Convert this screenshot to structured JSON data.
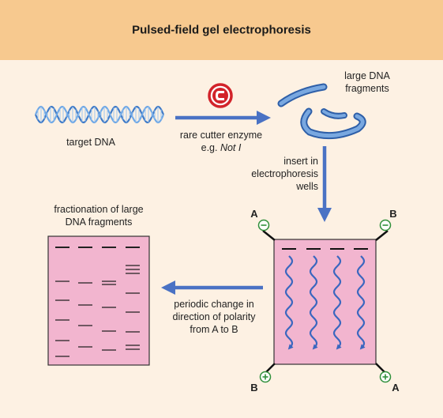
{
  "title": "Pulsed-field gel electrophoresis",
  "labels": {
    "target_dna": "target DNA",
    "enzyme_line1": "rare cutter enzyme",
    "enzyme_line2_prefix": "e.g. ",
    "enzyme_line2_italic": "Not I",
    "fragments_line1": "large DNA",
    "fragments_line2": "fragments",
    "insert_line1": "insert in",
    "insert_line2": "electrophoresis",
    "insert_line3": "wells",
    "fractionation_line1": "fractionation of large",
    "fractionation_line2": "DNA fragments",
    "periodic_line1": "periodic change in",
    "periodic_line2": "direction of polarity",
    "periodic_line3": "from A to B"
  },
  "electrodes": {
    "top_left": "A",
    "top_right": "B",
    "bottom_left": "B",
    "bottom_right": "A",
    "negative_symbol": "−",
    "positive_symbol": "+"
  },
  "colors": {
    "header": "#f7c98f",
    "background": "#fdf1e3",
    "gel": "#f2b5cf",
    "arrow": "#4a72c4",
    "dna": "#4f86d0",
    "electrode_green": "#2f8f3a",
    "enzyme_red": "#d2232a"
  }
}
